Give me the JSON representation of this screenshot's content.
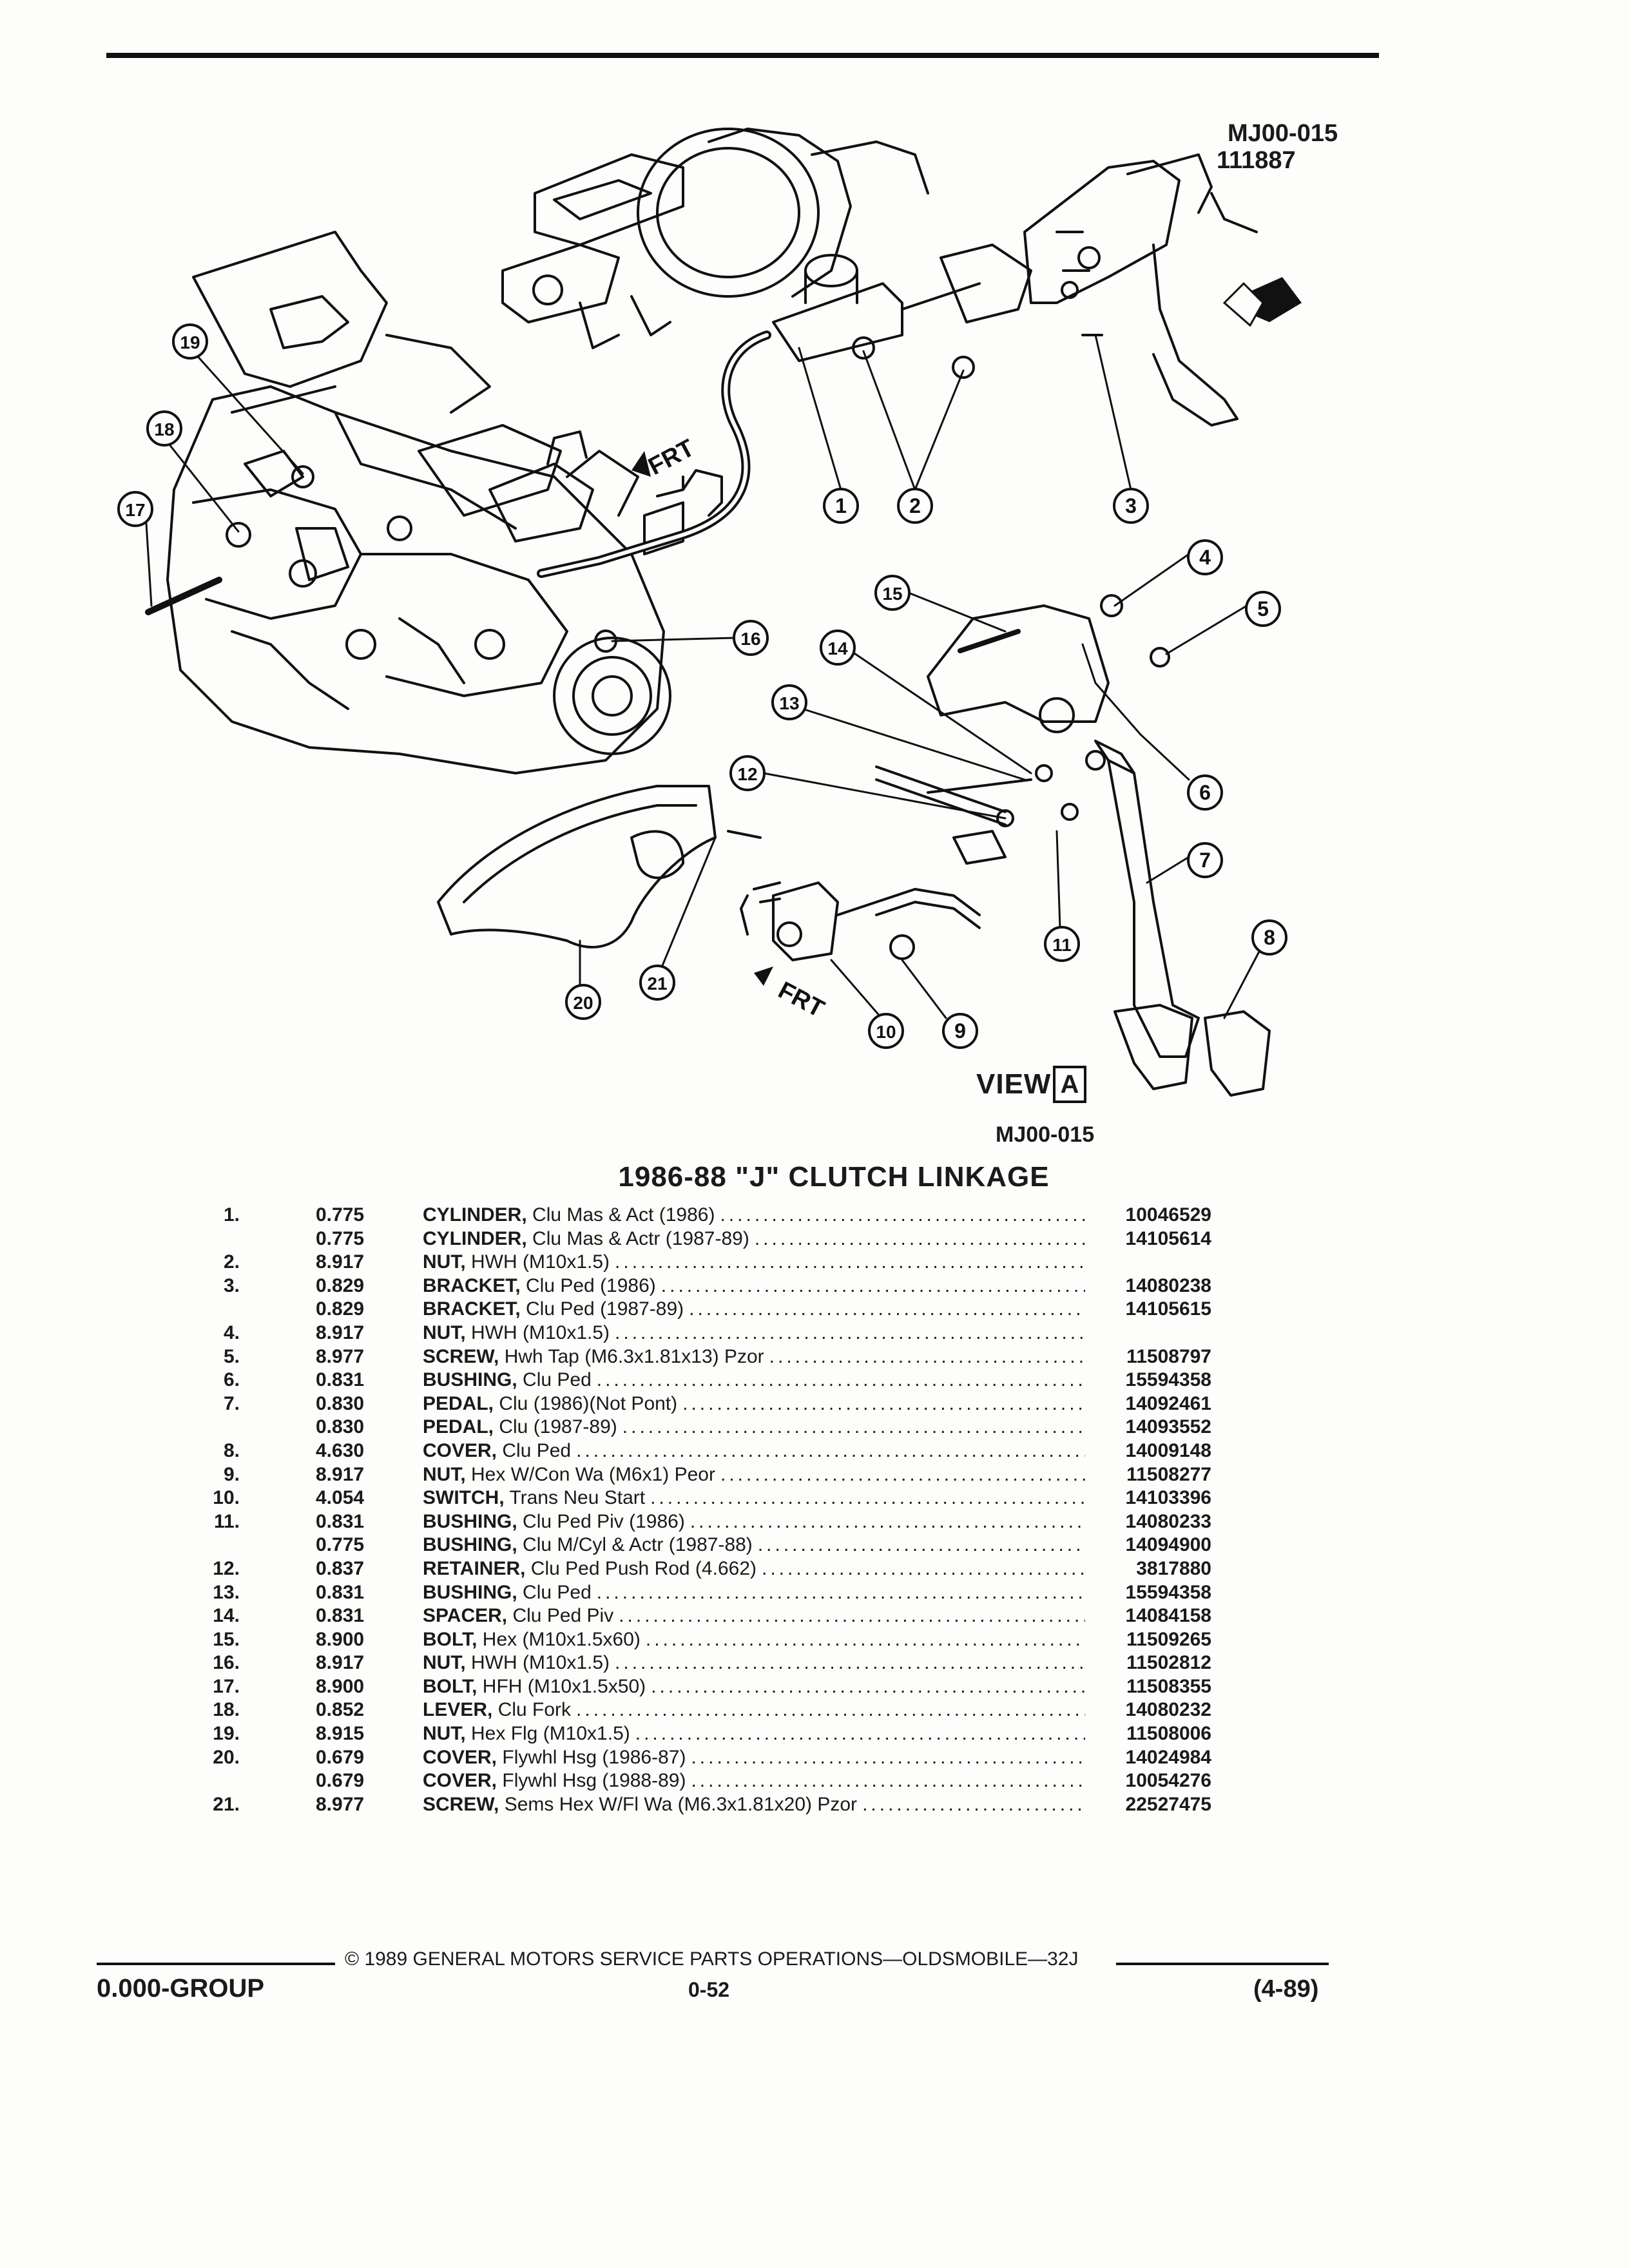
{
  "header": {
    "code_top": "MJ00-015",
    "code_number": "111887"
  },
  "diagram": {
    "frt_label": "FRT",
    "view_label": "VIEW",
    "view_letter": "A",
    "figure_code": "MJ00-015",
    "callouts": [
      "1",
      "2",
      "3",
      "4",
      "5",
      "6",
      "7",
      "8",
      "9",
      "10",
      "11",
      "12",
      "13",
      "14",
      "15",
      "16",
      "17",
      "18",
      "19",
      "20",
      "21"
    ]
  },
  "title": "1986-88 \"J\" CLUTCH LINKAGE",
  "parts": [
    {
      "num": "1.",
      "group": "0.775",
      "name": "CYLINDER,",
      "desc": "Clu Mas & Act (1986)",
      "part": "10046529"
    },
    {
      "num": "",
      "group": "0.775",
      "name": "CYLINDER,",
      "desc": "Clu Mas & Actr (1987-89)",
      "part": "14105614"
    },
    {
      "num": "2.",
      "group": "8.917",
      "name": "NUT,",
      "desc": "HWH (M10x1.5)",
      "part": ""
    },
    {
      "num": "3.",
      "group": "0.829",
      "name": "BRACKET,",
      "desc": "Clu Ped (1986)",
      "part": "14080238"
    },
    {
      "num": "",
      "group": "0.829",
      "name": "BRACKET,",
      "desc": "Clu Ped (1987-89)",
      "part": "14105615"
    },
    {
      "num": "4.",
      "group": "8.917",
      "name": "NUT,",
      "desc": "HWH (M10x1.5)",
      "part": ""
    },
    {
      "num": "5.",
      "group": "8.977",
      "name": "SCREW,",
      "desc": "Hwh Tap (M6.3x1.81x13) Pzor",
      "part": "11508797"
    },
    {
      "num": "6.",
      "group": "0.831",
      "name": "BUSHING,",
      "desc": "Clu Ped",
      "part": "15594358"
    },
    {
      "num": "7.",
      "group": "0.830",
      "name": "PEDAL,",
      "desc": "Clu (1986)(Not Pont)",
      "part": "14092461"
    },
    {
      "num": "",
      "group": "0.830",
      "name": "PEDAL,",
      "desc": "Clu (1987-89)",
      "part": "14093552"
    },
    {
      "num": "8.",
      "group": "4.630",
      "name": "COVER,",
      "desc": "Clu Ped",
      "part": "14009148"
    },
    {
      "num": "9.",
      "group": "8.917",
      "name": "NUT,",
      "desc": "Hex W/Con Wa (M6x1) Peor",
      "part": "11508277"
    },
    {
      "num": "10.",
      "group": "4.054",
      "name": "SWITCH,",
      "desc": "Trans Neu Start",
      "part": "14103396"
    },
    {
      "num": "11.",
      "group": "0.831",
      "name": "BUSHING,",
      "desc": "Clu Ped Piv (1986)",
      "part": "14080233"
    },
    {
      "num": "",
      "group": "0.775",
      "name": "BUSHING,",
      "desc": "Clu M/Cyl & Actr (1987-88)",
      "part": "14094900"
    },
    {
      "num": "12.",
      "group": "0.837",
      "name": "RETAINER,",
      "desc": "Clu Ped Push Rod (4.662)",
      "part": "3817880"
    },
    {
      "num": "13.",
      "group": "0.831",
      "name": "BUSHING,",
      "desc": "Clu Ped",
      "part": "15594358"
    },
    {
      "num": "14.",
      "group": "0.831",
      "name": "SPACER,",
      "desc": "Clu Ped Piv",
      "part": "14084158"
    },
    {
      "num": "15.",
      "group": "8.900",
      "name": "BOLT,",
      "desc": "Hex (M10x1.5x60)",
      "part": "11509265"
    },
    {
      "num": "16.",
      "group": "8.917",
      "name": "NUT,",
      "desc": "HWH (M10x1.5)",
      "part": "11502812"
    },
    {
      "num": "17.",
      "group": "8.900",
      "name": "BOLT,",
      "desc": "HFH (M10x1.5x50)",
      "part": "11508355"
    },
    {
      "num": "18.",
      "group": "0.852",
      "name": "LEVER,",
      "desc": "Clu Fork",
      "part": "14080232"
    },
    {
      "num": "19.",
      "group": "8.915",
      "name": "NUT,",
      "desc": "Hex Flg (M10x1.5)",
      "part": "11508006"
    },
    {
      "num": "20.",
      "group": "0.679",
      "name": "COVER,",
      "desc": "Flywhl Hsg (1986-87)",
      "part": "14024984"
    },
    {
      "num": "",
      "group": "0.679",
      "name": "COVER,",
      "desc": "Flywhl Hsg (1988-89)",
      "part": "10054276"
    },
    {
      "num": "21.",
      "group": "8.977",
      "name": "SCREW,",
      "desc": "Sems Hex W/Fl Wa (M6.3x1.81x20) Pzor",
      "part": "22527475"
    }
  ],
  "footer": {
    "copyright": "© 1989 GENERAL MOTORS SERVICE PARTS OPERATIONS—OLDSMOBILE—32J",
    "group": "0.000-GROUP",
    "page": "0-52",
    "date": "(4-89)"
  }
}
